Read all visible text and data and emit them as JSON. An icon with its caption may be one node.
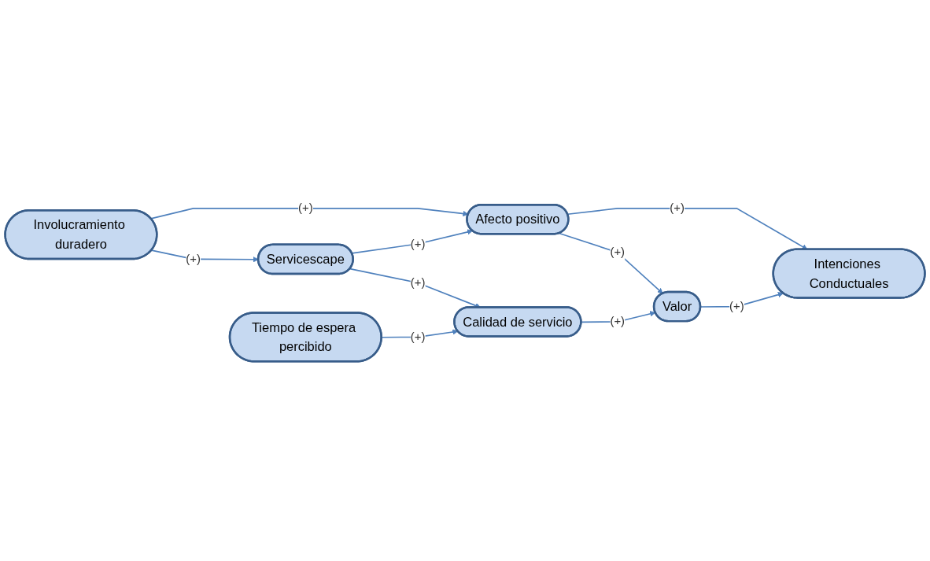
{
  "diagram": {
    "nodes": [
      {
        "text": [
          "Involucramiento duradero"
        ]
      },
      {
        "text": [
          "Servicescape"
        ]
      },
      {
        "text": [
          "Tiempo de espera percibido"
        ]
      },
      {
        "text": [
          "Calidad de servicio"
        ]
      },
      {
        "text": [
          "Afecto positivo"
        ]
      },
      {
        "text": [
          "Valor"
        ]
      },
      {
        "text": [
          "Intenciones Conductuales"
        ]
      }
    ],
    "edges": [
      {
        "from": 0,
        "to": 4,
        "arrow": "to",
        "label": "(+)"
      },
      {
        "from": 0,
        "to": 1,
        "arrow": "to",
        "label": "(+)"
      },
      {
        "from": 1,
        "to": 4,
        "arrow": "to",
        "label": "(+)"
      },
      {
        "from": 4,
        "to": 6,
        "arrow": "to",
        "label": "(+)"
      },
      {
        "from": 1,
        "to": 3,
        "arrow": "to",
        "label": "(+)"
      },
      {
        "from": 4,
        "to": 5,
        "arrow": "to",
        "label": "(+)"
      },
      {
        "from": 5,
        "to": 6,
        "arrow": "to",
        "label": "(+)"
      },
      {
        "from": 2,
        "to": 3,
        "arrow": "to",
        "label": "(+)"
      },
      {
        "from": 3,
        "to": 5,
        "arrow": "to",
        "label": "(+)"
      }
    ]
  }
}
